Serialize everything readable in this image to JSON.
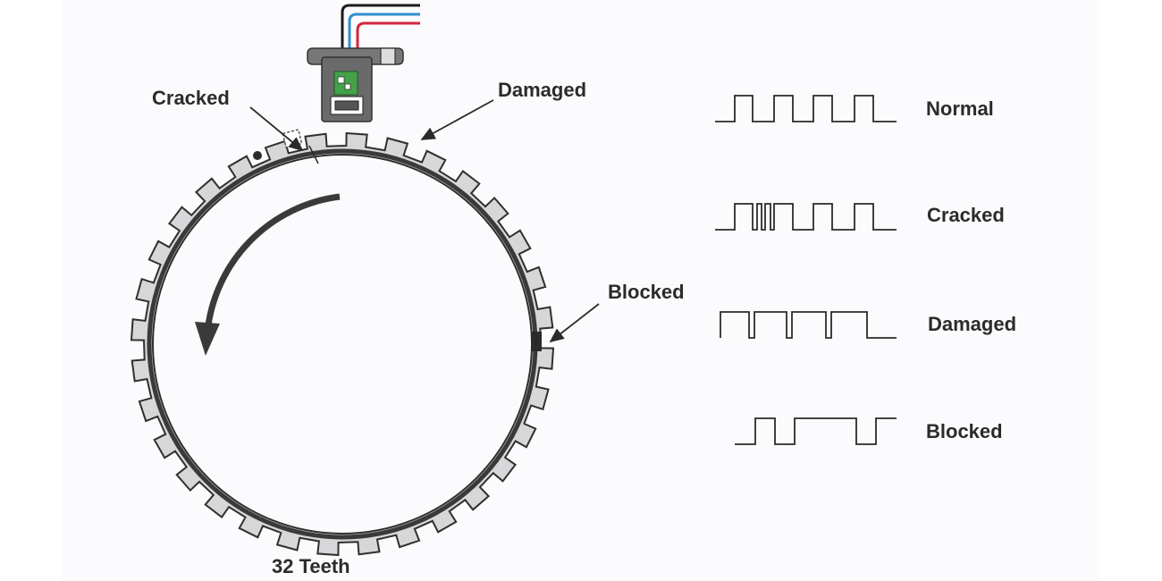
{
  "diagram": {
    "ring": {
      "teeth_label": "32 Teeth",
      "teeth_count": 32
    },
    "callouts": {
      "cracked": "Cracked",
      "damaged": "Damaged",
      "blocked": "Blocked"
    },
    "waveforms": [
      {
        "id": "normal",
        "label": "Normal"
      },
      {
        "id": "cracked",
        "label": "Cracked"
      },
      {
        "id": "damaged",
        "label": "Damaged"
      },
      {
        "id": "blocked",
        "label": "Blocked"
      }
    ],
    "colors": {
      "ring_fill": "#d7d7d9",
      "ring_stroke": "#2f2f2f",
      "sensor_body": "#6a6a6a",
      "sensor_board": "#44a24a",
      "wire_black": "#1b1b1b",
      "wire_blue": "#2f8fd0",
      "wire_red": "#d3263a"
    }
  }
}
